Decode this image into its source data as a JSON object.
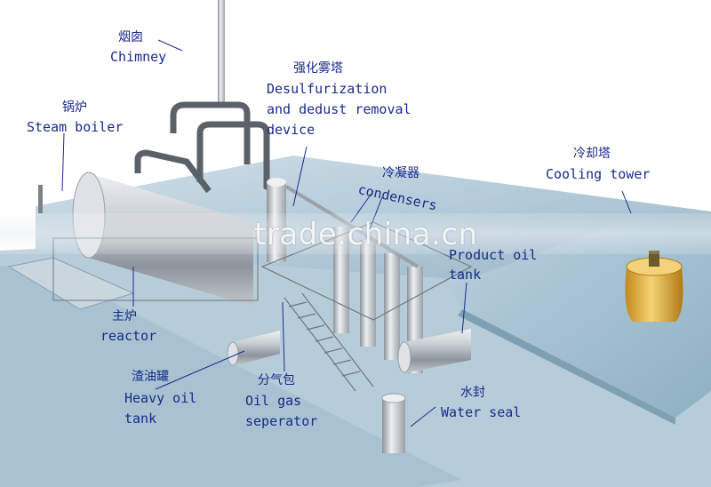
{
  "labels": {
    "chimney": {
      "zh": "烟囱",
      "en": "Chimney"
    },
    "desulfurization": {
      "zh": "强化雾塔",
      "en_line1": "Desulfurization",
      "en_line2": "and dedust removal",
      "en_line3": "device"
    },
    "steam_boiler": {
      "zh": "锅炉",
      "en": "Steam boiler"
    },
    "condensers": {
      "zh": "冷凝器",
      "en": "condensers"
    },
    "cooling_tower": {
      "zh": "冷却塔",
      "en": "Cooling tower"
    },
    "product_oil_tank": {
      "en_line1": "Product oil",
      "en_line2": "tank"
    },
    "reactor": {
      "zh": "主炉",
      "en": "reactor"
    },
    "heavy_oil_tank": {
      "zh": "渣油罐",
      "en_line1": "Heavy oil",
      "en_line2": "tank"
    },
    "oil_gas_separator": {
      "zh": "分气包",
      "en_line1": "Oil gas",
      "en_line2": "seperator"
    },
    "water_seal": {
      "zh": "水封",
      "en": "Water seal"
    }
  },
  "watermark": "trade.china.cn",
  "colors": {
    "label": "#1a2a8c",
    "floor": "#a9c3d3",
    "steel": "#c7ccd1"
  }
}
